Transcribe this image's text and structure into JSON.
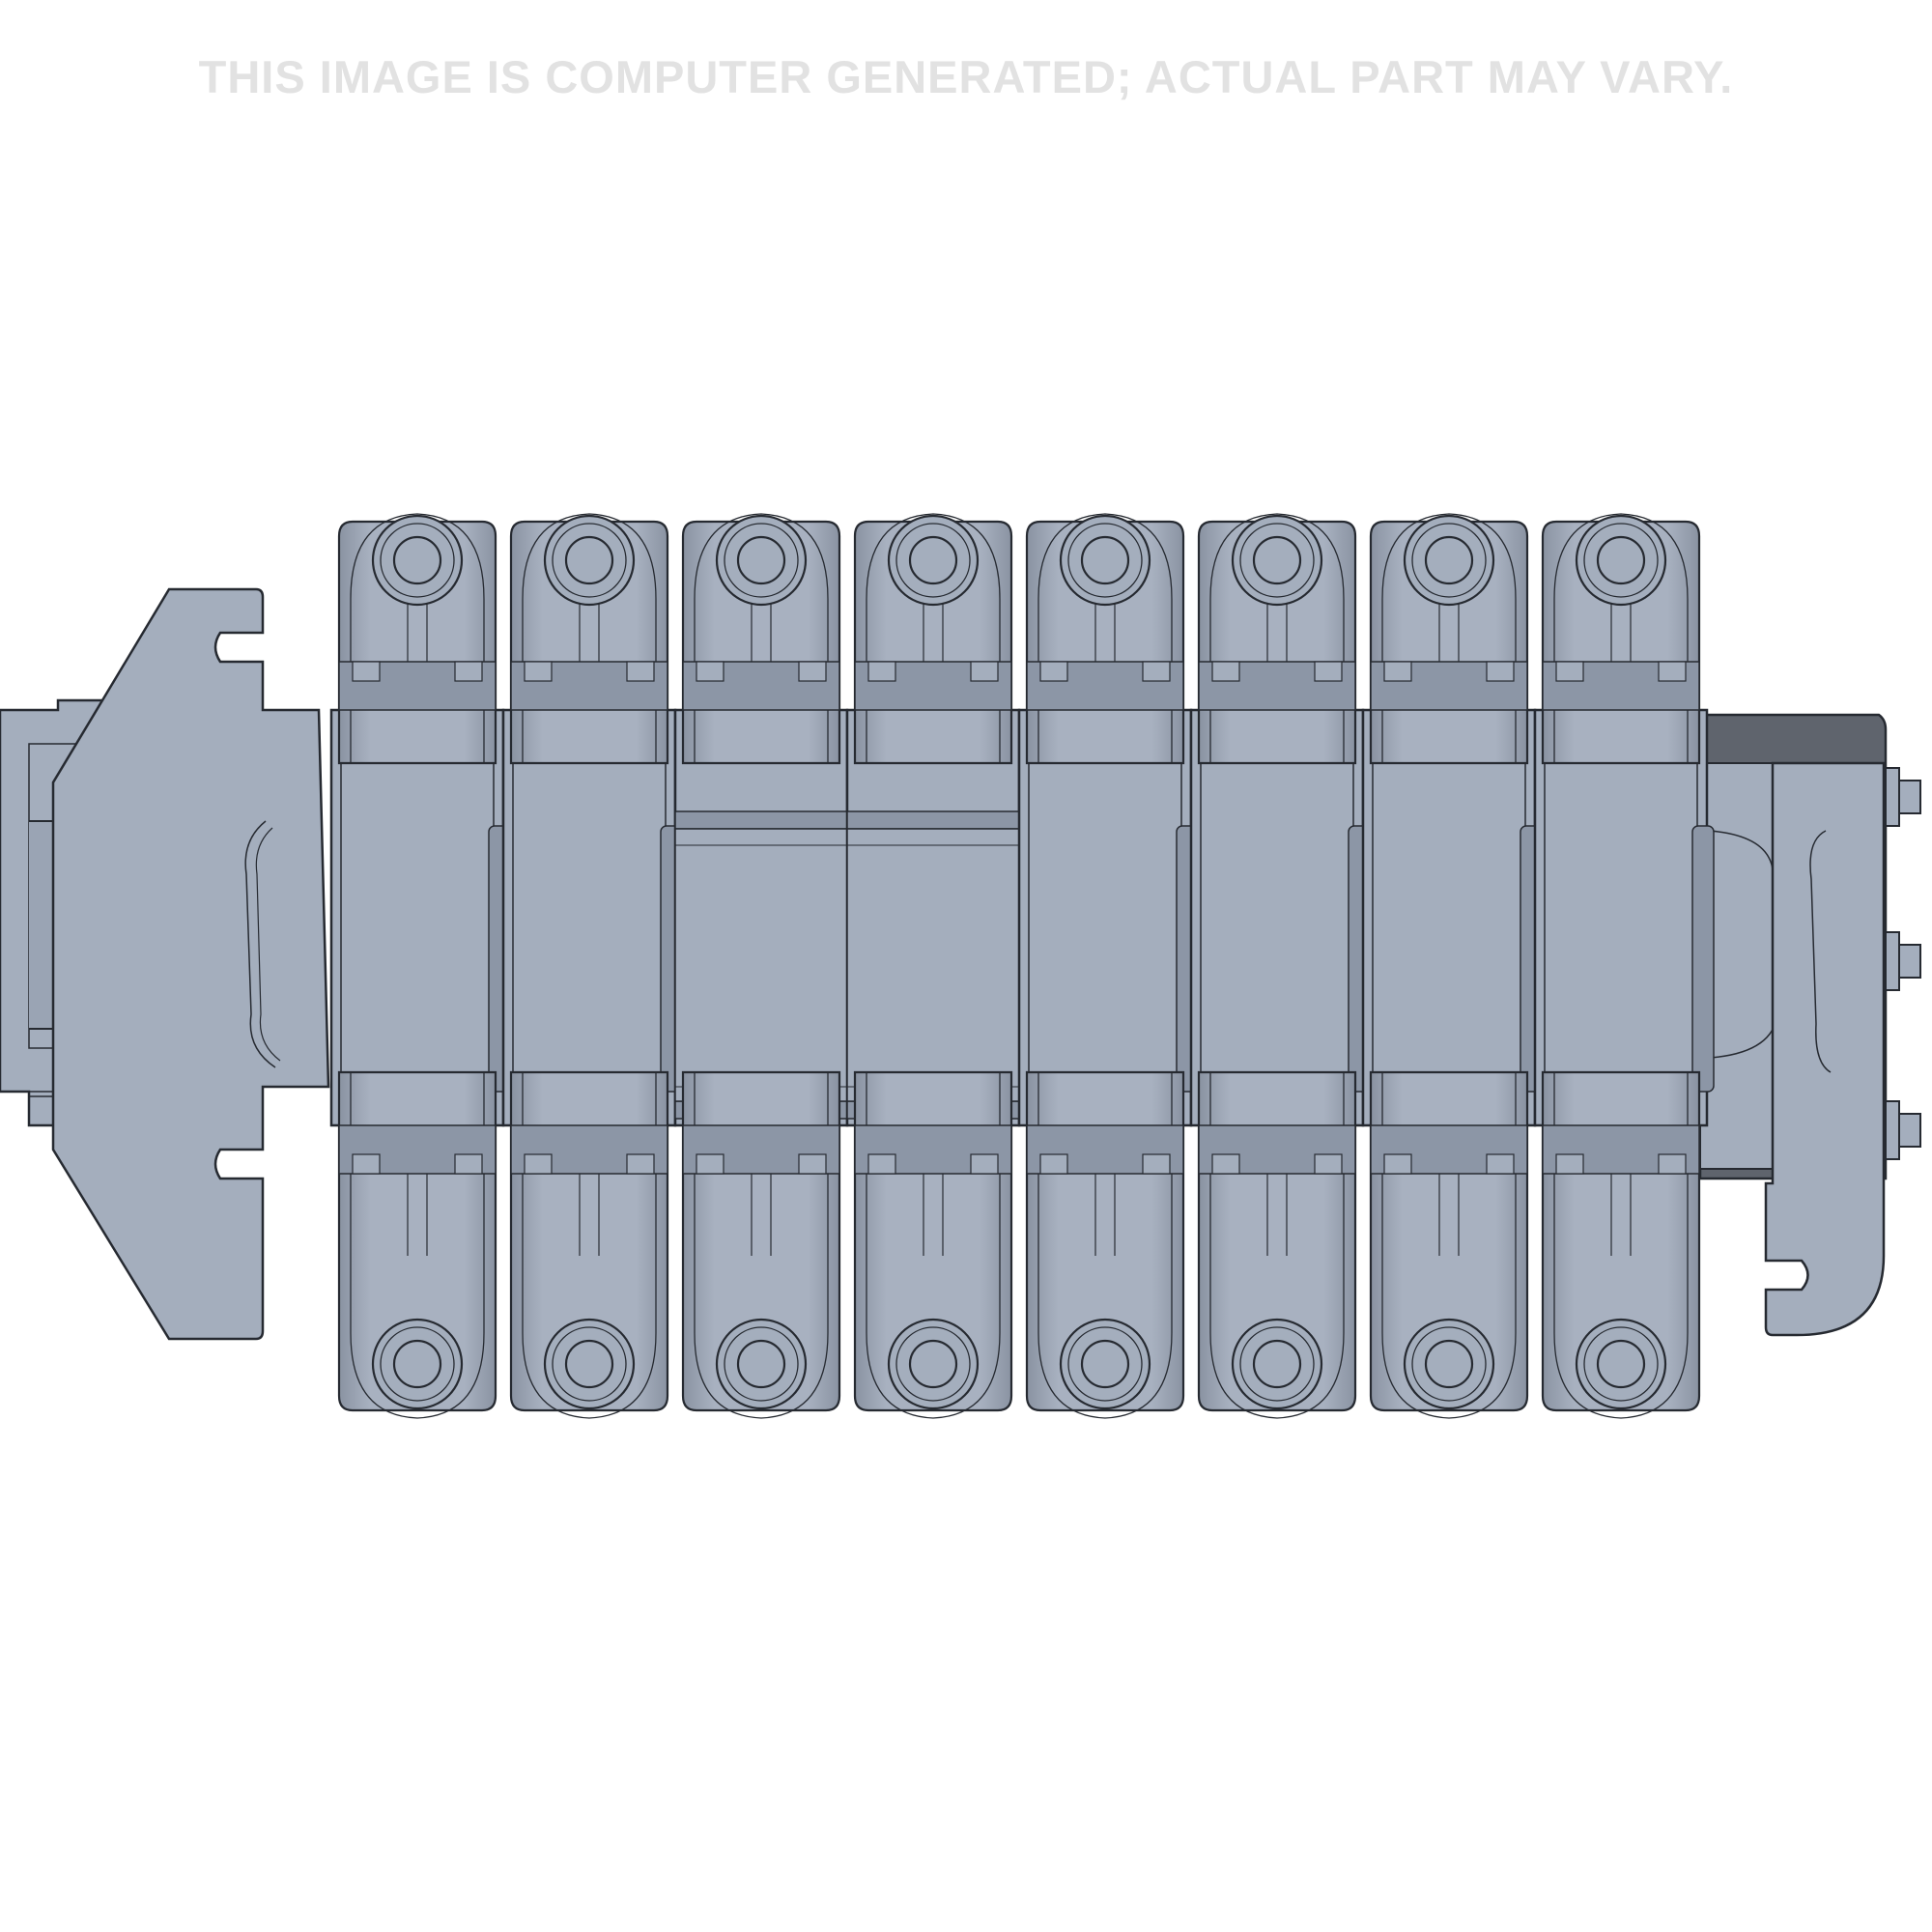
{
  "disclaimer": {
    "text": "THIS IMAGE IS COMPUTER GENERATED; ACTUAL PART MAY VARY."
  },
  "part": {
    "section_count": 8,
    "colors": {
      "body": "#a4aebd",
      "body_shadow": "#8c96a6",
      "dark_face": "#5f646d",
      "outline": "#262a31",
      "disclaimer": "#e2e2e2"
    },
    "section_styles": [
      "plain",
      "plain",
      "bridged",
      "bridged",
      "plain",
      "plain",
      "plain",
      "plain"
    ]
  }
}
